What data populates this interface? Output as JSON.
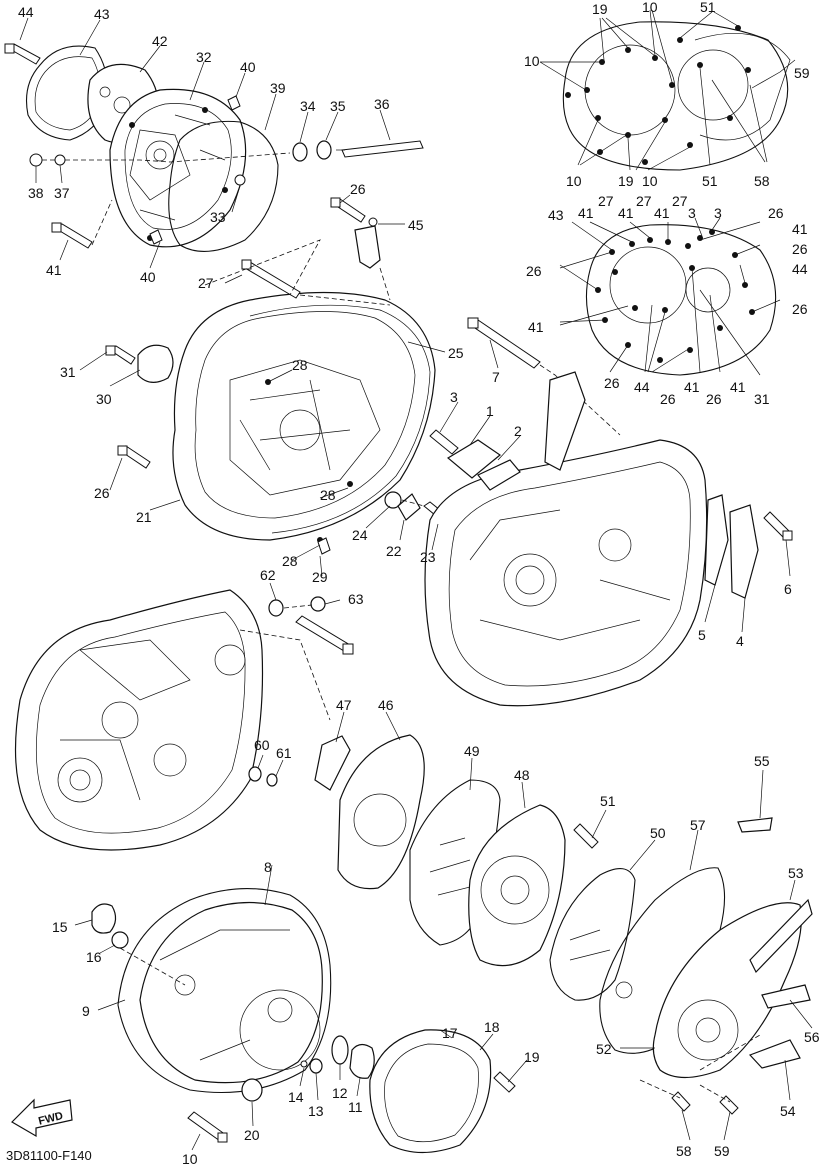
{
  "diagram_code": "3D81100-F140",
  "fwd_label": "FWD",
  "labels": {
    "c44": "44",
    "c43": "43",
    "c42": "42",
    "c32": "32",
    "c40a": "40",
    "c39": "39",
    "c34": "34",
    "c35": "35",
    "c36": "36",
    "c38": "38",
    "c37": "37",
    "c33": "33",
    "c41a": "41",
    "c40b": "40",
    "c26a": "26",
    "c45": "45",
    "c27a": "27",
    "c25": "25",
    "c31a": "31",
    "c30": "30",
    "c28a": "28",
    "c26b": "26",
    "c21": "21",
    "c28b": "28",
    "c28c": "28",
    "c29": "29",
    "c24": "24",
    "c22": "22",
    "c23": "23",
    "c7": "7",
    "c3a": "3",
    "c1": "1",
    "c2": "2",
    "c6": "6",
    "c5": "5",
    "c4": "4",
    "c62": "62",
    "c63": "63",
    "c47": "47",
    "c46": "46",
    "c60": "60",
    "c61": "61",
    "c49": "49",
    "c48": "48",
    "c51a": "51",
    "c55": "55",
    "c57": "57",
    "c50": "50",
    "c53": "53",
    "c56": "56",
    "c8": "8",
    "c15": "15",
    "c16": "16",
    "c9": "9",
    "c17": "17",
    "c18": "18",
    "c19a": "19",
    "c12": "12",
    "c11": "11",
    "c14": "14",
    "c13": "13",
    "c20": "20",
    "c10a": "10",
    "c52": "52",
    "c54": "54",
    "c58a": "58",
    "c59a": "59",
    "t19a": "19",
    "t10a": "10",
    "t51a": "51",
    "t10b": "10",
    "t59": "59",
    "t10c": "10",
    "t19b": "19",
    "t10d": "10",
    "t51b": "51",
    "t58": "58",
    "m43": "43",
    "m41a": "41",
    "m27a": "27",
    "m41b": "41",
    "m27b": "27",
    "m41c": "41",
    "m27c": "27",
    "m3a": "3",
    "m3b": "3",
    "m26a": "26",
    "m41d": "41",
    "m26b": "26",
    "m44a": "44",
    "m26c": "26",
    "m26d": "26",
    "m41e": "41",
    "m26e": "26",
    "m44b": "44",
    "m26f": "26",
    "m41f": "41",
    "m26g": "26",
    "m41g": "41",
    "m31": "31"
  }
}
